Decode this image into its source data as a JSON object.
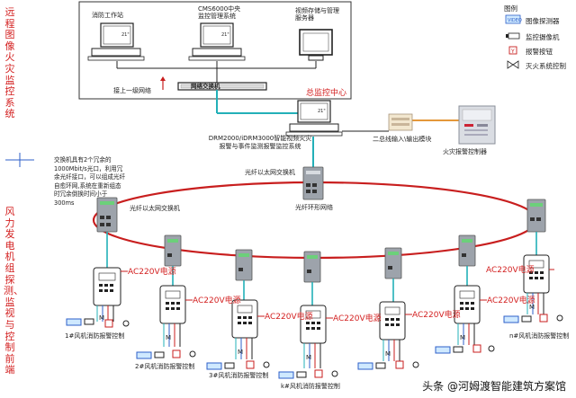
{
  "left_labels": {
    "top": "远程图像火灾监控系统",
    "bottom": "风力发电机组探测、监视与控制前端"
  },
  "center": {
    "fire_workstation": "消防工作站",
    "cms_system": "CMS6000中央监控管理系统",
    "video_storage": "视频存储与管理服务器",
    "network_switch": "网络交换机",
    "uplink": "接上一级网络",
    "control_center": "总监控中心",
    "drm_host": "DRM2000/iDRM3000智能视频火灾报警与事件监测报警监控系统",
    "io_module": "二总线输入\\输出模块",
    "fire_controller": "火灾报警控制器",
    "fiber_switch": "光纤以太网交换机",
    "fiber_switch_left": "光纤以太网交换机",
    "fiber_ring": "光纤环形网络",
    "redundancy_note": "交换机具有2个冗余的1000Mbit/s光口，利用冗余光纤接口，可以组成光纤自愈环网,系统在重新组态时冗余倒换时间小于300ms"
  },
  "legend": {
    "title": "图例",
    "items": [
      {
        "badge": "VIDEO",
        "label": "图像探测器"
      },
      {
        "badge": "",
        "label": "监控摄像机"
      },
      {
        "badge": "Y",
        "label": "报警按钮"
      },
      {
        "badge": "",
        "label": "灭火系统控制"
      }
    ]
  },
  "power": "AC220V电源",
  "module_badge": "M",
  "turbines": [
    {
      "label": "1#风机消防报警控制"
    },
    {
      "label": "2#风机消防报警控制"
    },
    {
      "label": "3#风机消防报警控制"
    },
    {
      "label": "k#风机消防报警控制"
    },
    {
      "label": ""
    },
    {
      "label": ""
    },
    {
      "label": "n#风机消防报警控制"
    }
  ],
  "watermark": "头条 @河姆渡智能建筑方案馆"
}
